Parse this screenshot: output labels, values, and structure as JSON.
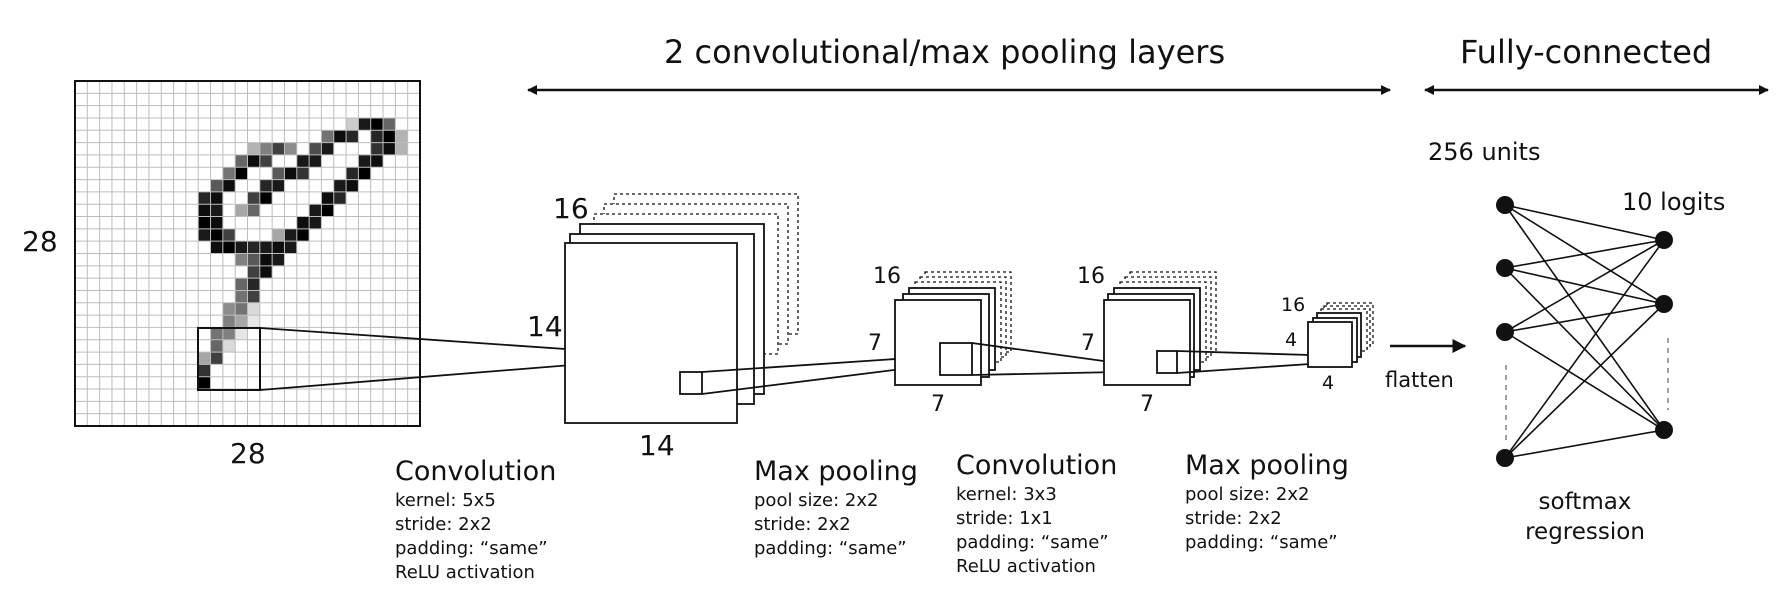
{
  "section_conv": "2 convolutional/max pooling layers",
  "section_fc": "Fully-connected",
  "input": {
    "height": "28",
    "width": "28"
  },
  "stage1": {
    "depth": "16",
    "height": "14",
    "width": "14"
  },
  "stage2": {
    "depth": "16",
    "height": "7",
    "width": "7"
  },
  "stage3": {
    "depth": "16",
    "height": "7",
    "width": "7"
  },
  "stage4": {
    "depth": "16",
    "height": "4",
    "width": "4"
  },
  "ops": [
    {
      "title": "Convolution",
      "details": [
        "kernel: 5x5",
        "stride: 2x2",
        "padding: “same”",
        "ReLU activation"
      ]
    },
    {
      "title": "Max pooling",
      "details": [
        "pool size: 2x2",
        "stride: 2x2",
        "padding: “same”"
      ]
    },
    {
      "title": "Convolution",
      "details": [
        "kernel: 3x3",
        "stride: 1x1",
        "padding: “same”",
        "ReLU activation"
      ]
    },
    {
      "title": "Max pooling",
      "details": [
        "pool size: 2x2",
        "stride: 2x2",
        "padding: “same”"
      ]
    }
  ],
  "flatten_label": "flatten",
  "fc": {
    "hidden_label": "256 units",
    "output_label": "10 logits",
    "softmax_line1": "softmax",
    "softmax_line2": "regression"
  },
  "colors": {
    "stroke": "#111111",
    "grid_line": "#bdbdbd",
    "dashed": "#888888"
  },
  "digit_pixels": [
    [
      22,
      3,
      0.2
    ],
    [
      23,
      3,
      0.9
    ],
    [
      24,
      3,
      1.0
    ],
    [
      25,
      3,
      0.6
    ],
    [
      20,
      4,
      0.55
    ],
    [
      21,
      4,
      0.95
    ],
    [
      22,
      4,
      0.85
    ],
    [
      24,
      4,
      0.85
    ],
    [
      25,
      4,
      1.0
    ],
    [
      26,
      4,
      0.3
    ],
    [
      14,
      5,
      0.3
    ],
    [
      15,
      5,
      0.5
    ],
    [
      16,
      5,
      0.75
    ],
    [
      17,
      5,
      0.45
    ],
    [
      19,
      5,
      0.7
    ],
    [
      20,
      5,
      0.9
    ],
    [
      24,
      5,
      0.8
    ],
    [
      25,
      5,
      0.95
    ],
    [
      26,
      5,
      0.3
    ],
    [
      13,
      6,
      0.6
    ],
    [
      14,
      6,
      0.95
    ],
    [
      15,
      6,
      0.75
    ],
    [
      18,
      6,
      0.9
    ],
    [
      19,
      6,
      0.9
    ],
    [
      23,
      6,
      0.9
    ],
    [
      24,
      6,
      0.95
    ],
    [
      12,
      7,
      0.55
    ],
    [
      13,
      7,
      1.0
    ],
    [
      16,
      7,
      0.65
    ],
    [
      17,
      7,
      0.95
    ],
    [
      18,
      7,
      0.8
    ],
    [
      22,
      7,
      0.85
    ],
    [
      23,
      7,
      1.0
    ],
    [
      11,
      8,
      0.65
    ],
    [
      12,
      8,
      0.95
    ],
    [
      15,
      8,
      0.85
    ],
    [
      16,
      8,
      0.9
    ],
    [
      21,
      8,
      0.9
    ],
    [
      22,
      8,
      0.95
    ],
    [
      10,
      9,
      0.85
    ],
    [
      11,
      9,
      0.95
    ],
    [
      14,
      9,
      0.75
    ],
    [
      15,
      9,
      1.0
    ],
    [
      20,
      9,
      0.95
    ],
    [
      21,
      9,
      0.85
    ],
    [
      10,
      10,
      0.95
    ],
    [
      11,
      10,
      0.9
    ],
    [
      13,
      10,
      0.35
    ],
    [
      14,
      10,
      0.6
    ],
    [
      19,
      10,
      0.9
    ],
    [
      20,
      10,
      1.0
    ],
    [
      10,
      11,
      1.0
    ],
    [
      11,
      11,
      0.95
    ],
    [
      18,
      11,
      0.95
    ],
    [
      19,
      11,
      0.9
    ],
    [
      10,
      12,
      0.9
    ],
    [
      11,
      12,
      1.0
    ],
    [
      12,
      12,
      0.75
    ],
    [
      16,
      12,
      0.35
    ],
    [
      17,
      12,
      0.9
    ],
    [
      18,
      12,
      1.0
    ],
    [
      11,
      13,
      0.95
    ],
    [
      12,
      13,
      1.0
    ],
    [
      13,
      13,
      0.9
    ],
    [
      14,
      13,
      0.85
    ],
    [
      15,
      13,
      0.9
    ],
    [
      16,
      13,
      0.95
    ],
    [
      17,
      13,
      0.9
    ],
    [
      13,
      14,
      0.5
    ],
    [
      14,
      14,
      0.65
    ],
    [
      15,
      14,
      0.95
    ],
    [
      16,
      14,
      0.9
    ],
    [
      14,
      15,
      0.75
    ],
    [
      15,
      15,
      0.95
    ],
    [
      13,
      16,
      0.6
    ],
    [
      14,
      16,
      0.85
    ],
    [
      13,
      17,
      0.55
    ],
    [
      14,
      17,
      0.75
    ],
    [
      12,
      18,
      0.45
    ],
    [
      13,
      18,
      0.55
    ],
    [
      14,
      18,
      0.15
    ],
    [
      12,
      19,
      0.5
    ],
    [
      13,
      19,
      0.35
    ],
    [
      14,
      19,
      0.1
    ],
    [
      11,
      20,
      0.55
    ],
    [
      12,
      20,
      0.5
    ],
    [
      13,
      20,
      0.1
    ],
    [
      11,
      21,
      0.6
    ],
    [
      12,
      21,
      0.15
    ],
    [
      10,
      22,
      0.35
    ],
    [
      11,
      22,
      0.75
    ],
    [
      10,
      23,
      0.8
    ],
    [
      10,
      24,
      1.0
    ]
  ]
}
